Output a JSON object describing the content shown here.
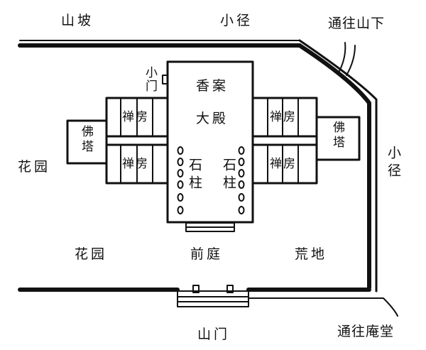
{
  "outer_labels": {
    "shanpo": "山坡",
    "xiaojing_top": "小径",
    "to_mountain_foot": "通往山下",
    "xiaojing_right": "小径",
    "shanmen": "山门",
    "to_nunnery": "通往庵堂"
  },
  "garden_labels": {
    "garden_left_upper": "花园",
    "garden_left_lower": "花园",
    "courtyard": "前庭",
    "wasteland": "荒地"
  },
  "hall_labels": {
    "side_gate": "小门",
    "incense_table": "香案",
    "main_hall": "大殿",
    "stone_pillar_left": "石柱",
    "stone_pillar_right": "石柱"
  },
  "wing_labels": {
    "chan_room_1": "禅房",
    "chan_room_2": "禅房",
    "chan_room_3": "禅房",
    "chan_room_4": "禅房",
    "pagoda_left": "佛塔",
    "pagoda_right": "佛塔"
  },
  "colors": {
    "ink": "#111111",
    "background": "#ffffff"
  }
}
